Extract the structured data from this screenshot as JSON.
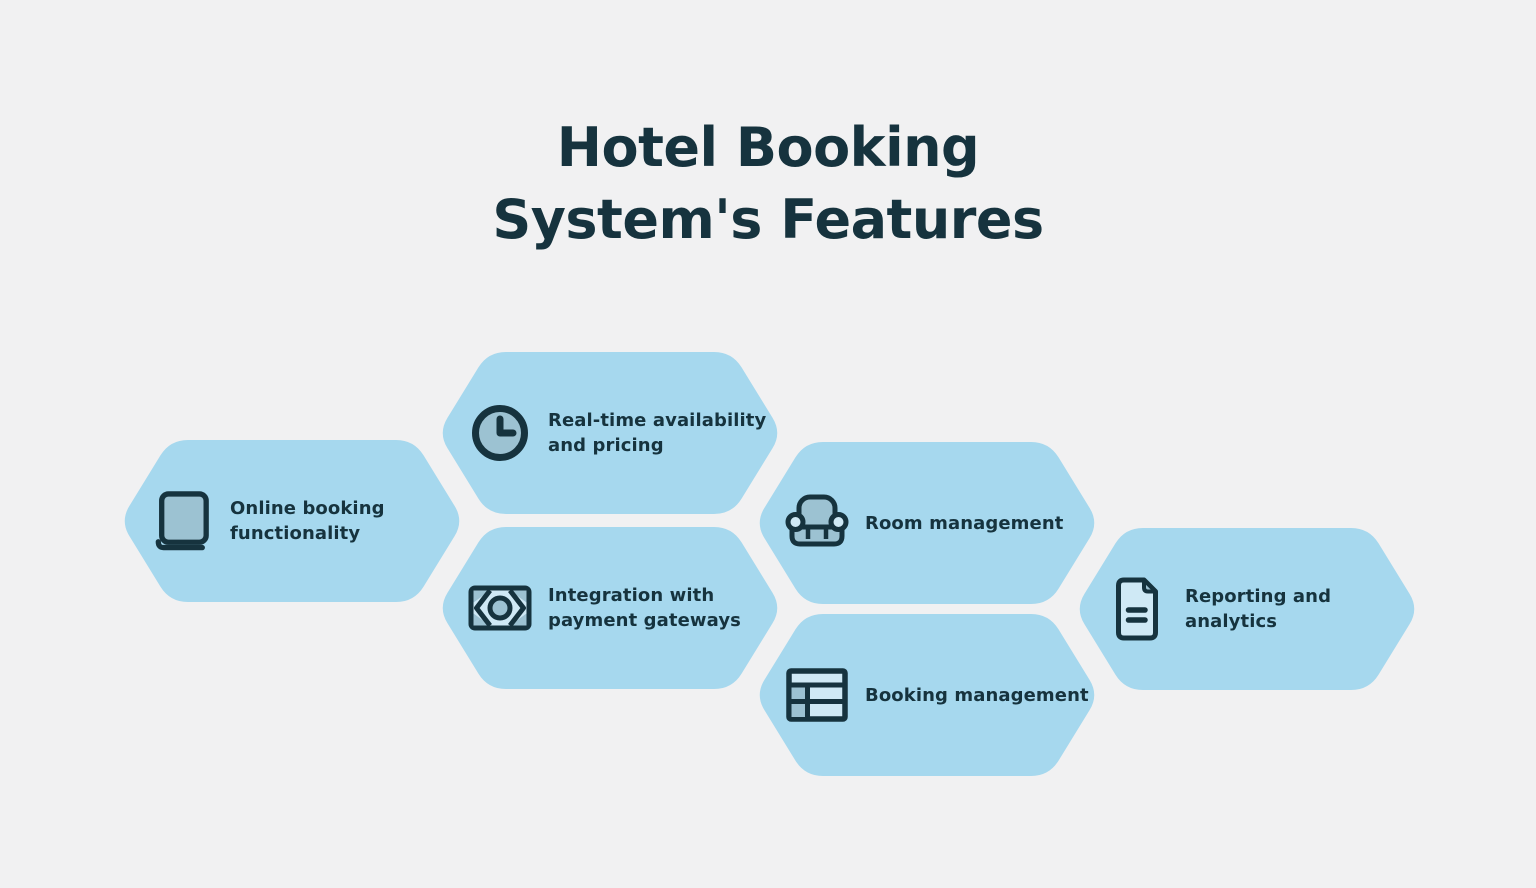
{
  "title": {
    "text": "Hotel Booking\nSystem's Features"
  },
  "features": [
    {
      "icon": "book-icon",
      "label": "Online booking\nfunctionality"
    },
    {
      "icon": "clock-icon",
      "label": "Real-time availability\nand pricing"
    },
    {
      "icon": "banknote-icon",
      "label": "Integration with\npayment gateways"
    },
    {
      "icon": "armchair-icon",
      "label": "Room management"
    },
    {
      "icon": "table-icon",
      "label": "Booking management"
    },
    {
      "icon": "document-icon",
      "label": "Reporting and\nanalytics"
    }
  ],
  "colors": {
    "background": "#f1f1f2",
    "hex_fill": "#a6d8ee",
    "ink_dark": "#16333e",
    "icon_muted": "#9cc2d2",
    "icon_light": "#cfe9f5"
  }
}
